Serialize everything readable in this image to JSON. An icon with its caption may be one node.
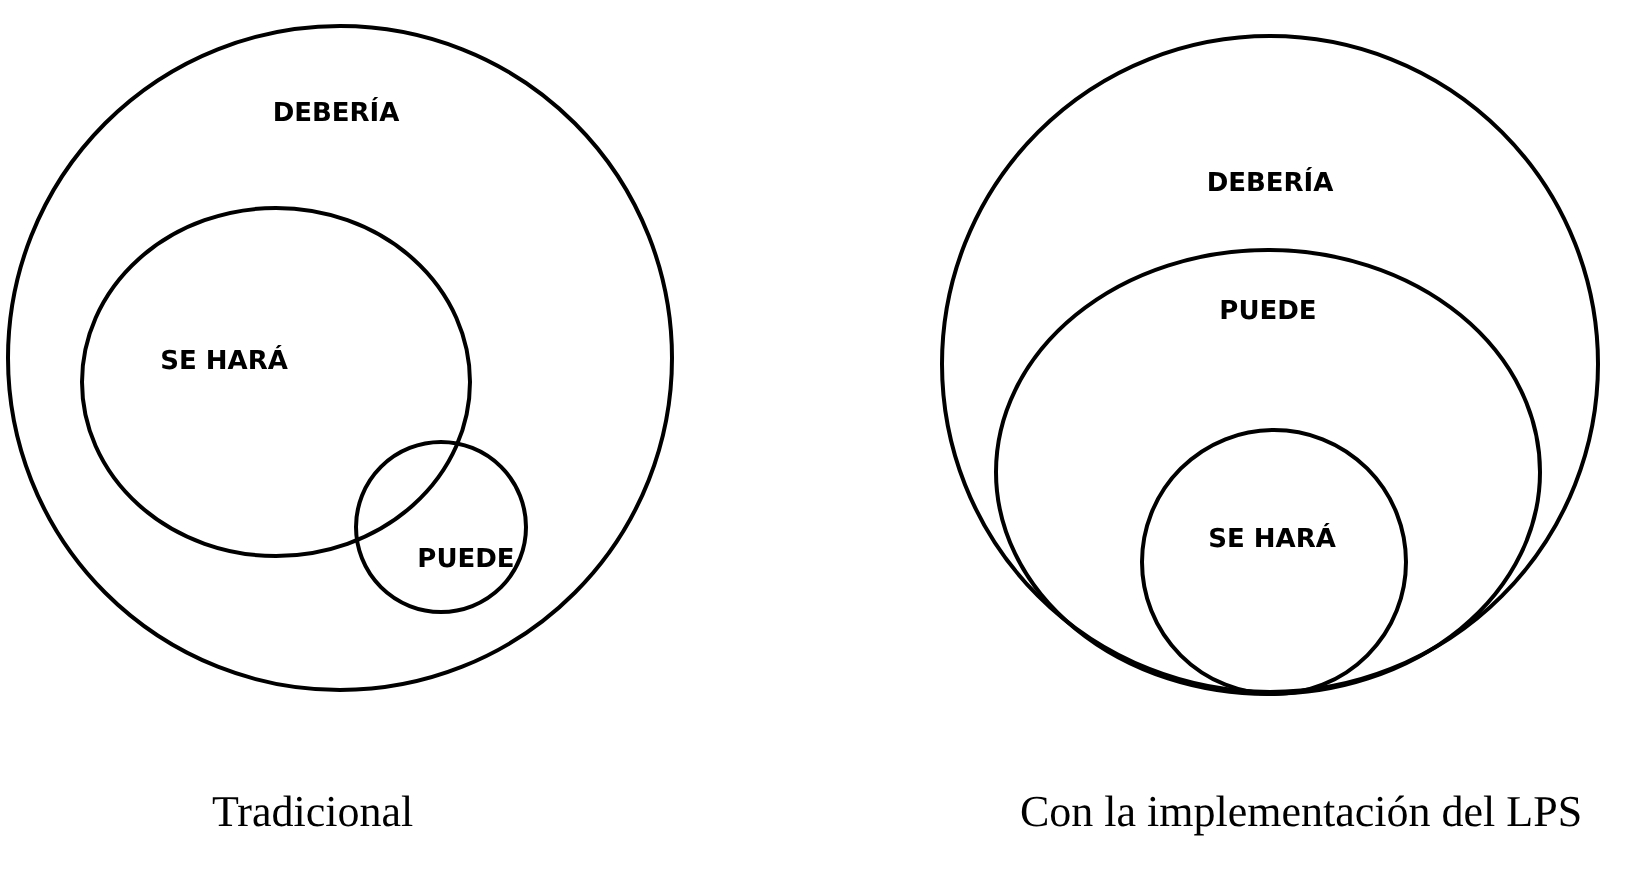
{
  "diagram": {
    "nodes": [
      {
        "text": [
          "DEBERÍA"
        ]
      },
      {
        "text": [
          "SE HARÁ"
        ],
        "in": 0
      },
      {
        "text": [
          "PUEDE"
        ],
        "in": 0
      },
      {
        "text": [
          "DEBERÍA"
        ]
      },
      {
        "text": [
          "PUEDE"
        ],
        "in": 3
      },
      {
        "text": [
          "SE HARÁ"
        ],
        "in": 4
      }
    ],
    "edges": [],
    "labels": [
      "Tradicional",
      "Con la implementación del LPS"
    ]
  }
}
